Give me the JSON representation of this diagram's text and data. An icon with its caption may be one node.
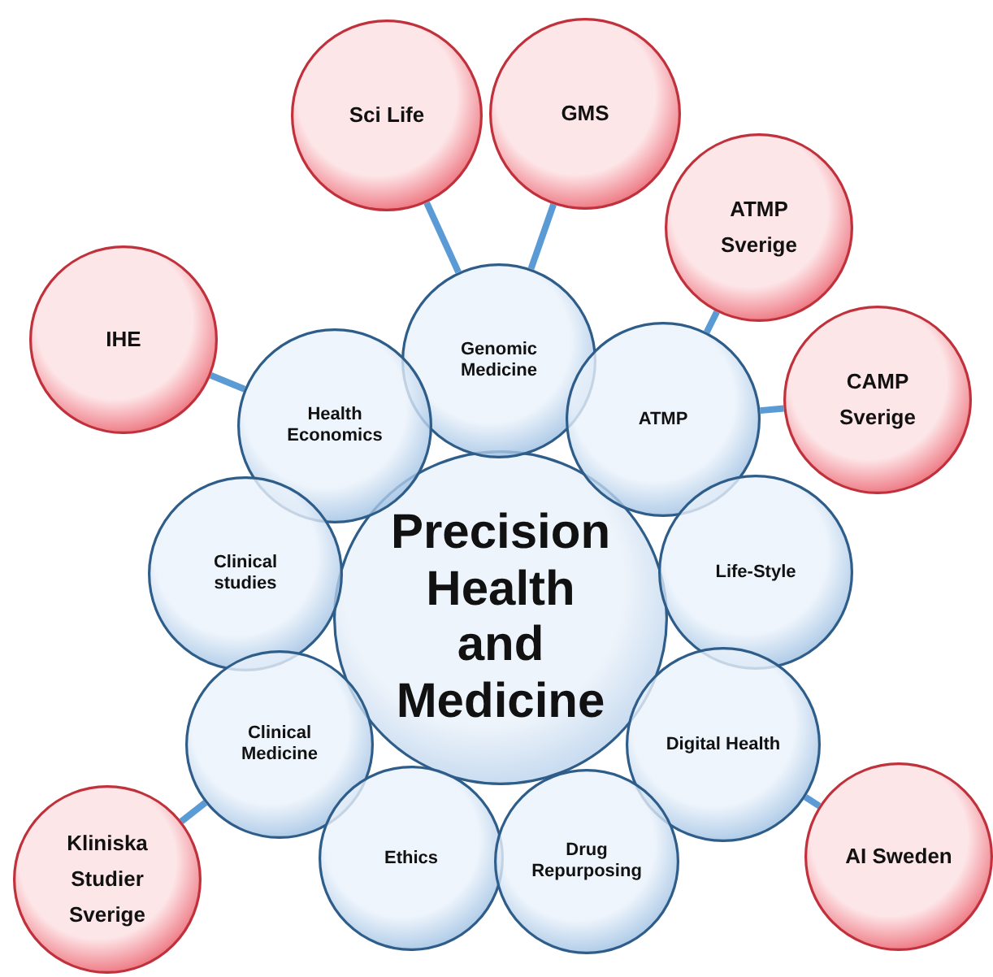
{
  "diagram": {
    "nodes": [
      {
        "text": [
          "Sci Life"
        ]
      },
      {
        "text": [
          "GMS"
        ]
      },
      {
        "text": [
          "ATMP Sverige"
        ]
      },
      {
        "text": [
          "IHE"
        ]
      },
      {
        "text": [
          "Genomic Medicine"
        ]
      },
      {
        "text": [
          "Health Economics"
        ]
      },
      {
        "text": [
          "ATMP"
        ]
      },
      {
        "text": [
          "CAMP Sverige"
        ]
      },
      {
        "text": [
          "Clinical studies"
        ]
      },
      {
        "text": [
          "Precision Health and Medicine"
        ]
      },
      {
        "text": [
          "Life-Style"
        ]
      },
      {
        "text": [
          "Clinical Medicine"
        ]
      },
      {
        "text": [
          "Digital Health"
        ]
      },
      {
        "text": [
          "AI Sweden"
        ]
      },
      {
        "text": [
          "Kliniska Studier Sverige"
        ]
      },
      {
        "text": [
          "Ethics"
        ]
      },
      {
        "text": [
          "Drug Repurposing"
        ]
      }
    ],
    "edges": [
      {
        "from": 0,
        "to": 4,
        "arrow": "none"
      },
      {
        "from": 1,
        "to": 4,
        "arrow": "none"
      },
      {
        "from": 2,
        "to": 6,
        "arrow": "none"
      },
      {
        "from": 3,
        "to": 5,
        "arrow": "none"
      },
      {
        "from": 7,
        "to": 6,
        "arrow": "none"
      },
      {
        "from": 13,
        "to": 12,
        "arrow": "none"
      },
      {
        "from": 14,
        "to": 11,
        "arrow": "none"
      }
    ]
  }
}
